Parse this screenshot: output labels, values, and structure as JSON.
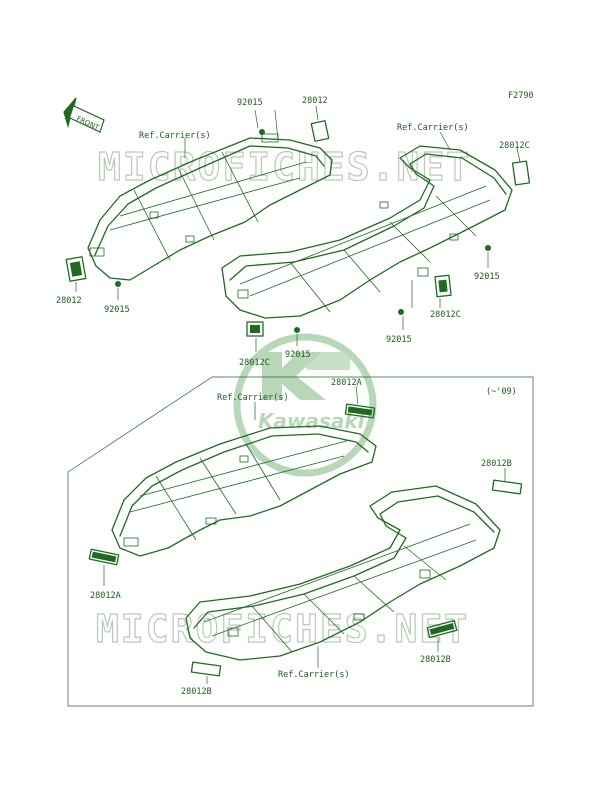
{
  "figure_code": "F2790",
  "front_label": "FRONT",
  "watermarks": {
    "top": "MICROFICHES.NET",
    "bottom": "MICROFICHES.NET",
    "logo": "Kawasaki"
  },
  "variant_note": "(~'09)",
  "labels": {
    "l_92015_a": "92015",
    "l_28012_a": "28012",
    "l_ref_a": "Ref.Carrier(s)",
    "l_ref_b": "Ref.Carrier(s)",
    "l_28012c_a": "28012C",
    "l_28012_b": "28012",
    "l_92015_b": "92015",
    "l_92015_c": "92015",
    "l_28012c_b": "28012C",
    "l_92015_d": "92015",
    "l_28012c_c": "28012C",
    "l_92015_e": "92015",
    "l_28012a_a": "28012A",
    "l_ref_c": "Ref.Carrier(s)",
    "l_28012b_a": "28012B",
    "l_28012a_b": "28012A",
    "l_28012b_b": "28012B",
    "l_ref_d": "Ref.Carrier(s)",
    "l_28012b_c": "28012B"
  },
  "colors": {
    "ink": "#1f6b22",
    "watermark": "#b8c9b8",
    "logo": "#7fb87f"
  }
}
